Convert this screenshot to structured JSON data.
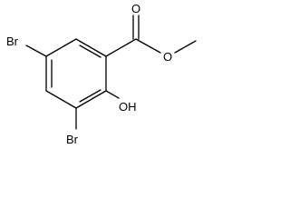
{
  "molecule": {
    "atoms": {
      "bromine_top": "Br",
      "bromine_bottom": "Br",
      "hydroxyl": "OH",
      "carbonyl_oxygen": "O",
      "ester_oxygen": "O"
    },
    "colors": {
      "bond": "#000000",
      "label": "#000000",
      "background": "#ffffff"
    }
  }
}
